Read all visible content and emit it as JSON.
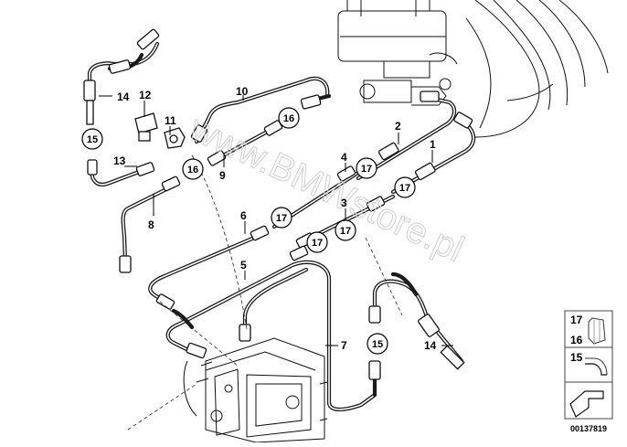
{
  "watermark": "www.BMWstore.pl",
  "diagram_id": "00137819",
  "callouts": [
    {
      "key": "c1",
      "label": "1"
    },
    {
      "key": "c2",
      "label": "2"
    },
    {
      "key": "c3",
      "label": "3"
    },
    {
      "key": "c4",
      "label": "4"
    },
    {
      "key": "c5",
      "label": "5"
    },
    {
      "key": "c6",
      "label": "6"
    },
    {
      "key": "c7",
      "label": "7"
    },
    {
      "key": "c8",
      "label": "8"
    },
    {
      "key": "c9",
      "label": "9"
    },
    {
      "key": "c10",
      "label": "10"
    },
    {
      "key": "c11",
      "label": "11"
    },
    {
      "key": "c12",
      "label": "12"
    },
    {
      "key": "c13",
      "label": "13"
    },
    {
      "key": "c14a",
      "label": "14"
    },
    {
      "key": "c14b",
      "label": "14"
    }
  ],
  "circled": [
    {
      "key": "o15a",
      "label": "15"
    },
    {
      "key": "o15b",
      "label": "15"
    },
    {
      "key": "o16a",
      "label": "16"
    },
    {
      "key": "o16b",
      "label": "16"
    },
    {
      "key": "o17a",
      "label": "17"
    },
    {
      "key": "o17b",
      "label": "17"
    },
    {
      "key": "o17c",
      "label": "17"
    },
    {
      "key": "o17d",
      "label": "17"
    },
    {
      "key": "o17e",
      "label": "17"
    }
  ],
  "legend": {
    "item17": "17",
    "item16": "16",
    "item15": "15"
  }
}
